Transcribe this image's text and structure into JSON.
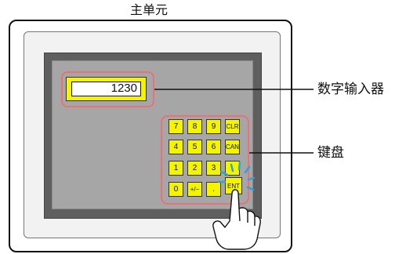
{
  "title": "主单元",
  "input": {
    "value": "1230"
  },
  "keypad": {
    "rows": [
      [
        "7",
        "8",
        "9",
        "CLR"
      ],
      [
        "4",
        "5",
        "6",
        "CAN"
      ],
      [
        "1",
        "2",
        "3",
        ""
      ],
      [
        "0",
        "+/−",
        ".",
        "ENT"
      ]
    ]
  },
  "callouts": {
    "numeric_input": "数字输入器",
    "keypad": "键盘"
  },
  "colors": {
    "key_fill": "#f4f400",
    "highlight_frame": "#e6727a",
    "screen": "#a6a6a6",
    "press_burst": "#2aa3d8"
  }
}
